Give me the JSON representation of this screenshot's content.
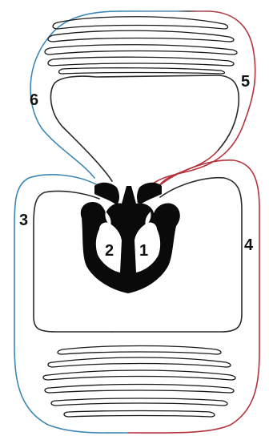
{
  "labels": {
    "l1": "1",
    "l2": "2",
    "l3": "3",
    "l4": "4",
    "l5": "5",
    "l6": "6"
  },
  "colors": {
    "arterial": "#b4333c",
    "venous": "#3d87b4",
    "outline": "#151515",
    "heart": "#0a0a0a"
  }
}
